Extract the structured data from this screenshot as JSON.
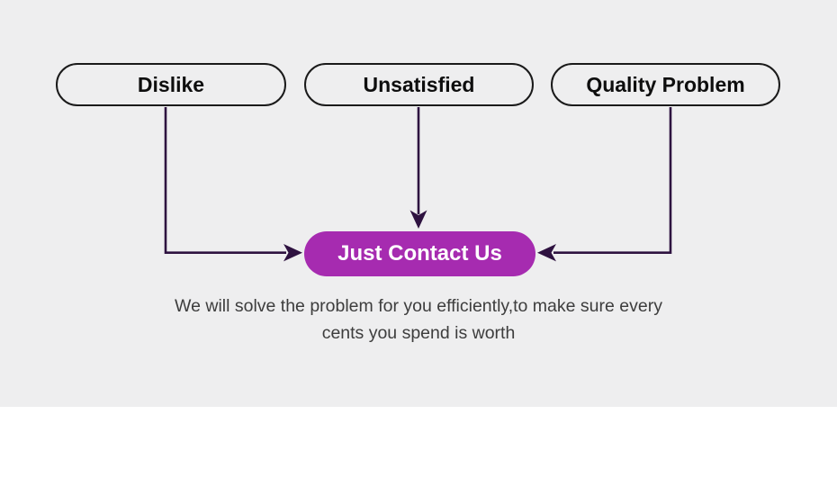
{
  "colors": {
    "background": "#eeeeef",
    "band": "#ffffff",
    "node_border": "#1a1a1a",
    "node_text": "#0e0e0e",
    "arrow": "#2e1240",
    "cta_bg": "#a62bb0",
    "cta_text": "#ffffff",
    "caption_text": "#3d3d3d"
  },
  "flowchart": {
    "nodes": [
      {
        "label": "Dislike"
      },
      {
        "label": "Unsatisfied"
      },
      {
        "label": "Quality Problem"
      }
    ],
    "cta_label": "Just Contact Us",
    "caption_line1": "We will solve the problem for you efficiently,to make sure every",
    "caption_line2": "cents you spend is worth"
  }
}
